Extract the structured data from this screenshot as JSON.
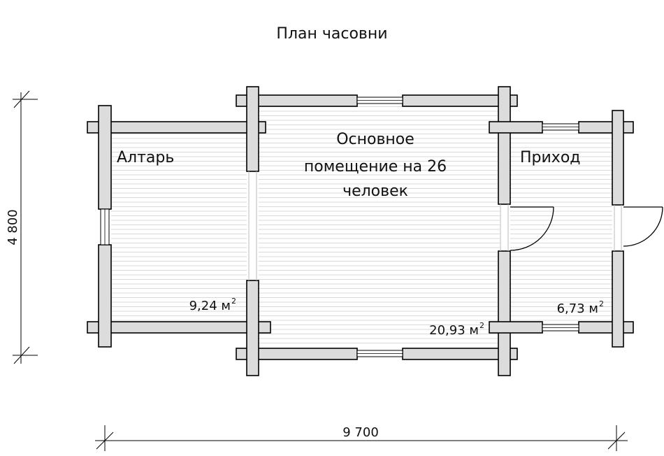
{
  "title": "План часовни",
  "rooms": {
    "altar": {
      "name": "Алтарь",
      "area": "9,24 м",
      "area_sup": "2"
    },
    "main": {
      "name_lines": [
        "Основное",
        "помещение на 26",
        "человек"
      ],
      "area": "20,93 м",
      "area_sup": "2"
    },
    "entry": {
      "name": "Приход",
      "area": "6,73 м",
      "area_sup": "2"
    }
  },
  "dimensions": {
    "width": "9 700",
    "height": "4 800"
  },
  "colors": {
    "wall_fill": "#dcdcdc",
    "wall_stroke": "#000000",
    "floor_hatch": "#d9d9d9",
    "line": "#000000"
  }
}
